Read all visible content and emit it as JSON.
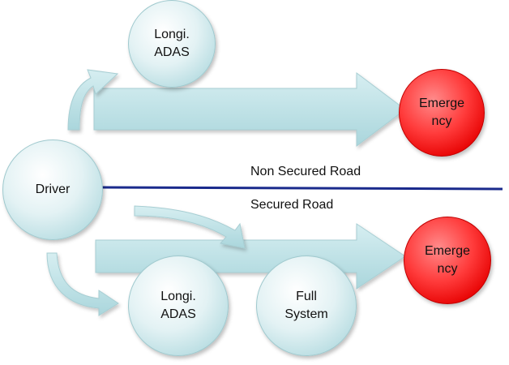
{
  "nodes": {
    "driver": "Driver",
    "top_adas": "Longi.\nADAS",
    "top_emergency": "Emerge\nncy",
    "bottom_adas": "Longi.\nADAS",
    "full_system": "Full\nSystem",
    "bottom_emergency": "Emerge\nncy"
  },
  "roads": {
    "non_secured": "Non Secured Road",
    "secured": "Secured Road"
  },
  "colors": {
    "node_fill": "#c9e6ea",
    "emergency_fill": "#ff2222",
    "arrow_fill": "#bfe3e7",
    "divider": "#1a2a8c"
  }
}
